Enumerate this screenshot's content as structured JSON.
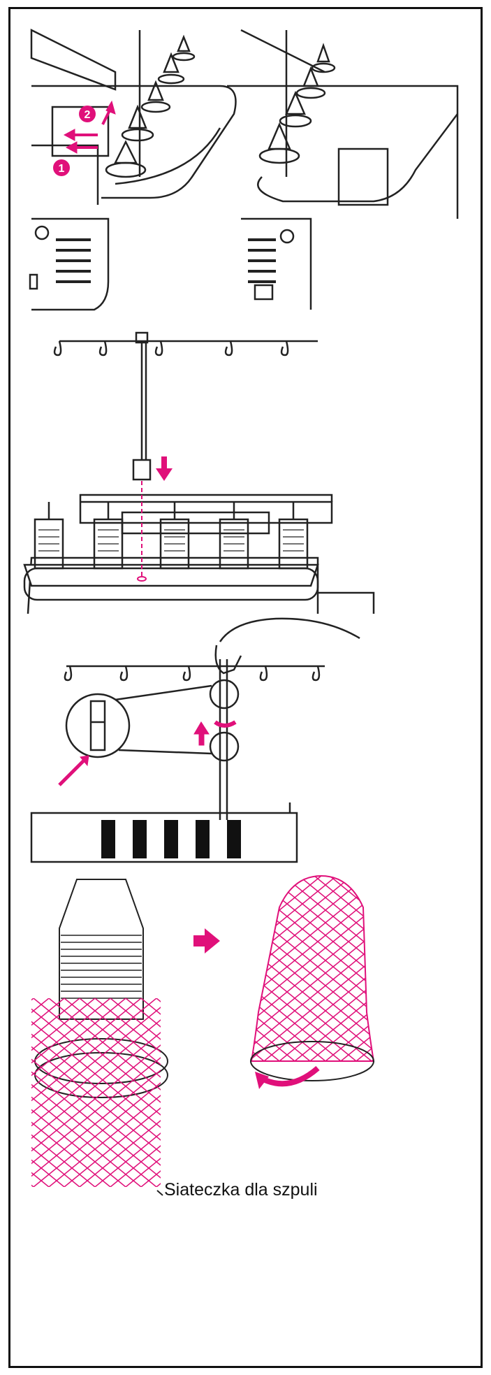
{
  "colors": {
    "accent": "#e0107a",
    "line": "#222222",
    "frame": "#111111"
  },
  "step_numbers": [
    "1",
    "2"
  ],
  "caption": "Siateczka dla szpuli"
}
